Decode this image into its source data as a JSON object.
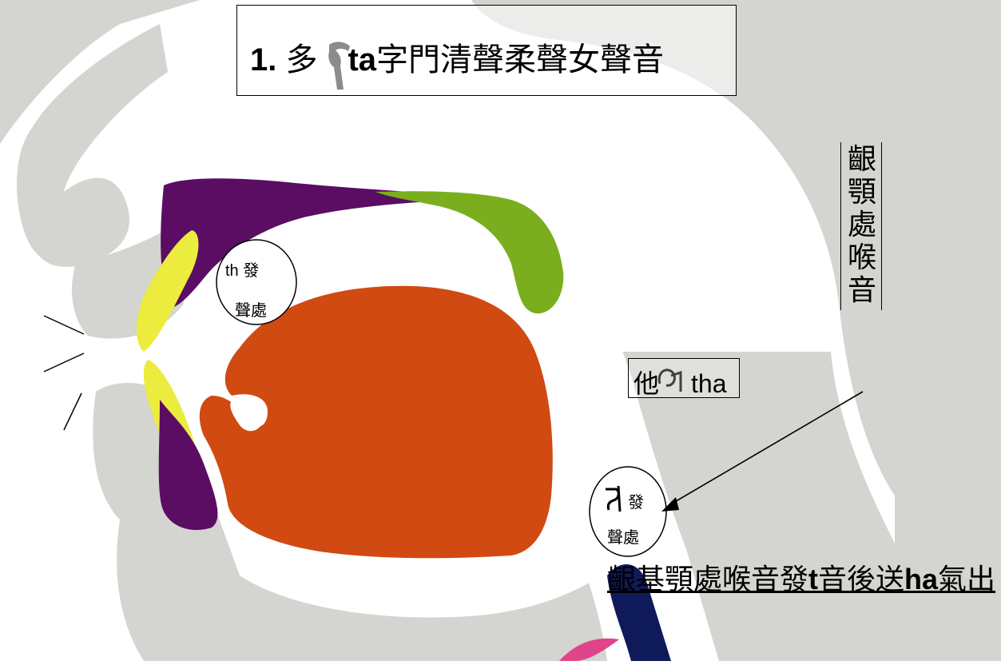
{
  "title": {
    "number": "1.",
    "prefix": "多",
    "siddham": "ta",
    "suffix": "字門清聲柔聲女聲音"
  },
  "tha_label": {
    "chinese": "他",
    "siddham": "tha"
  },
  "vertical_label": "齦顎處喉音",
  "bubble_th": {
    "line1": "th 發",
    "line2": "聲處"
  },
  "bubble_h": {
    "line1": "發",
    "line2": "聲處"
  },
  "bottom_caption": {
    "p1": "齦基顎處喉音發",
    "b1": "t",
    "p2": "音後送",
    "b2": "ha",
    "p3": "氣出"
  },
  "colors": {
    "bone_gray": "#d4d4d0",
    "palate_purple": "#5a0d63",
    "velum_green": "#7aae1f",
    "tongue_orange": "#d04a12",
    "lips_yellow": "#ecec3e",
    "larynx_navy": "#0e1a5a",
    "epiglottis_pink": "#e0448a"
  }
}
